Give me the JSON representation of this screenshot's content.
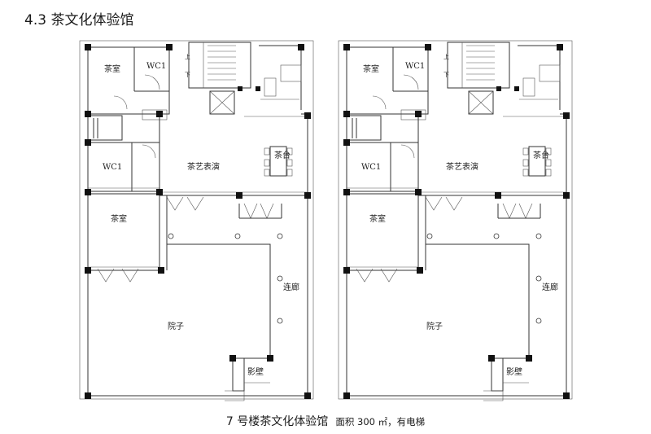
{
  "heading": "4.3 茶文化体验馆",
  "caption": {
    "main": "7 号楼茶文化体验馆",
    "sub": "面积 300 ㎡，有电梯"
  },
  "plan": {
    "rooms": {
      "tea_room_top": "茶室",
      "wc_top": "WC1",
      "wc_mid": "WC1",
      "tea_performance": "茶艺表演",
      "tea_table": "茶台",
      "tea_room_bottom": "茶室",
      "corridor": "连廊",
      "courtyard": "院子",
      "screen_wall": "影壁"
    },
    "stair_marks": {
      "up": "上",
      "down": "下"
    }
  }
}
